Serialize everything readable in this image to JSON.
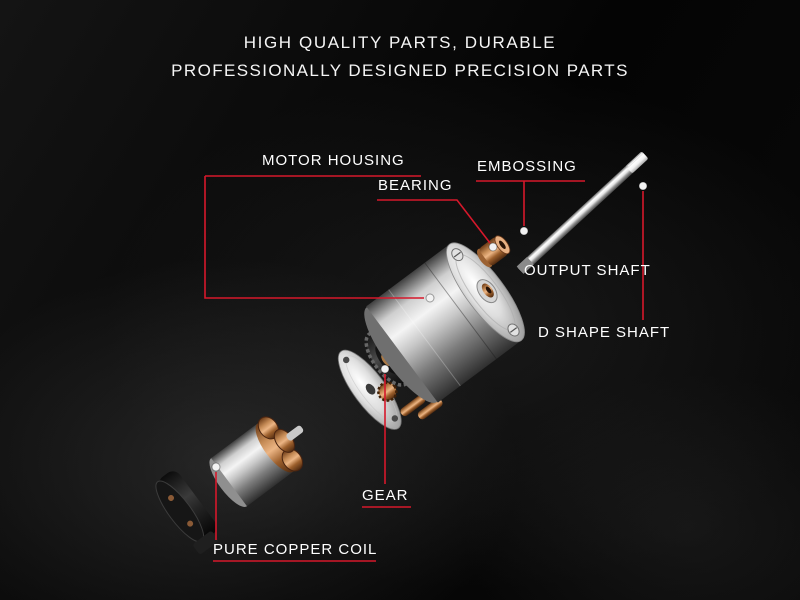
{
  "title": {
    "line1": "HIGH QUALITY PARTS, DURABLE",
    "line2": "PROFESSIONALLY DESIGNED PRECISION PARTS"
  },
  "labels": {
    "motor_housing": "MOTOR HOUSING",
    "bearing": "BEARING",
    "embossing": "EMBOSSING",
    "output_shaft": "OUTPUT SHAFT",
    "d_shape_shaft": "D SHAPE SHAFT",
    "gear": "GEAR",
    "pure_copper_coil": "PURE COPPER COIL"
  },
  "colors": {
    "accent_red": "#d6182b",
    "background": "#0a0a0a",
    "text": "#ffffff",
    "copper": "#c48a55",
    "metal": "#cfcfcf"
  }
}
